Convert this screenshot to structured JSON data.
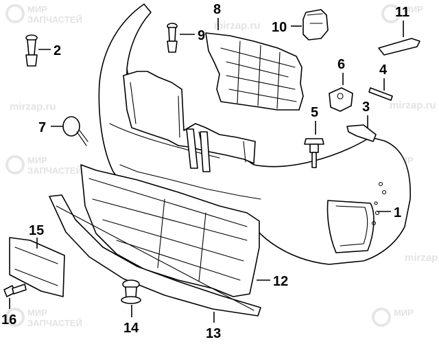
{
  "watermark": {
    "line1": "МИР",
    "line2": "ЗАПЧАСТЕЙ",
    "url": "mirzap.ru",
    "color": "#e3e3e3"
  },
  "callouts": [
    {
      "id": "1",
      "label": "1"
    },
    {
      "id": "2",
      "label": "2"
    },
    {
      "id": "3",
      "label": "3"
    },
    {
      "id": "4",
      "label": "4"
    },
    {
      "id": "5",
      "label": "5"
    },
    {
      "id": "6",
      "label": "6"
    },
    {
      "id": "7",
      "label": "7"
    },
    {
      "id": "8",
      "label": "8"
    },
    {
      "id": "9",
      "label": "9"
    },
    {
      "id": "10",
      "label": "10"
    },
    {
      "id": "11",
      "label": "11"
    },
    {
      "id": "12",
      "label": "12"
    },
    {
      "id": "13",
      "label": "13"
    },
    {
      "id": "14",
      "label": "14"
    },
    {
      "id": "15",
      "label": "15"
    },
    {
      "id": "16",
      "label": "16"
    }
  ]
}
